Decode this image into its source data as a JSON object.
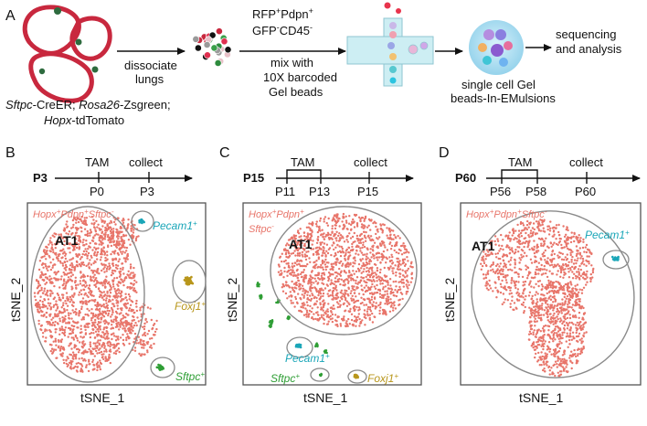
{
  "panel_a": {
    "letter": "A",
    "dissociate": [
      "dissociate",
      "lungs"
    ],
    "genotype_parts": [
      {
        "t": "Sftpc",
        "i": true
      },
      {
        "t": "-CreER; ",
        "i": false
      },
      {
        "t": "Rosa26",
        "i": true
      },
      {
        "t": "-Zsgreen;",
        "i": false
      }
    ],
    "genotype_line2": [
      {
        "t": "Hopx",
        "i": true
      },
      {
        "t": "-tdTomato",
        "i": false
      }
    ],
    "sort_line1": "RFP+Pdpn+",
    "sort_line2": "GFP-CD45-",
    "mix": [
      "mix with",
      "10X barcoded",
      "Gel beads"
    ],
    "gem": [
      "single cell Gel",
      "beads-In-EMulsions"
    ],
    "seq": [
      "sequencing",
      "and analysis"
    ]
  },
  "panels": [
    {
      "letter": "B",
      "age": "P3",
      "tam_label": "TAM",
      "collect_label": "collect",
      "ticks": [
        "P0",
        "P3"
      ],
      "population": "Hopx+Pdpn+Sftpc-",
      "at1": "AT1",
      "xlabel": "tSNE_1",
      "ylabel": "tSNE_2",
      "clusters": [
        "Pecam1+",
        "Foxj1+",
        "Sftpc+"
      ]
    },
    {
      "letter": "C",
      "age": "P15",
      "tam_label": "TAM",
      "collect_label": "collect",
      "ticks": [
        "P11",
        "P13",
        "P15"
      ],
      "population_line1": "Hopx+Pdpn+",
      "population_line2": "Sftpc-",
      "at1": "AT1",
      "xlabel": "tSNE_1",
      "ylabel": "tSNE_2",
      "clusters": [
        "Pecam1+",
        "Sftpc+",
        "Foxj1+"
      ]
    },
    {
      "letter": "D",
      "age": "P60",
      "tam_label": "TAM",
      "collect_label": "collect",
      "ticks": [
        "P56",
        "P58",
        "P60"
      ],
      "population": "Hopx+Pdpn+Sftpc-",
      "at1": "AT1",
      "xlabel": "tSNE_1",
      "ylabel": "tSNE_2",
      "clusters": [
        "Pecam1+"
      ]
    }
  ],
  "colors": {
    "at1": "#e8756a",
    "pecam1": "#1aa6b8",
    "foxj1": "#b8961b",
    "sftpc": "#2f9e35",
    "lung": "#c8283e"
  }
}
